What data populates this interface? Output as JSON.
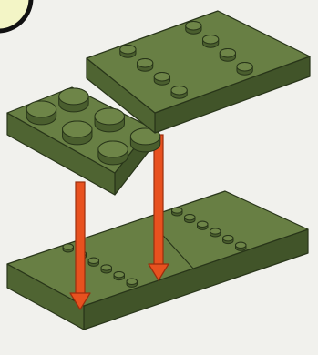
{
  "illustration": {
    "subject": "lego-plate-stacking-instruction",
    "colors": {
      "background": "#f1f1ed",
      "brick_top": "#687f44",
      "brick_front": "#4f6432",
      "brick_side": "#415429",
      "stud_side": "#4a5e2e",
      "stud_top": "#6e8548",
      "outline": "#283519",
      "arrow": "#e8511f",
      "arrow_outline": "#9a2e0d",
      "step_badge_fill": "#f3f5c6",
      "step_badge_stroke": "#111111"
    },
    "plates": [
      {
        "id": "plate-small-2x3",
        "studs": "2x3",
        "role": "upper-left plate"
      },
      {
        "id": "plate-medium-2x4",
        "studs": "2x4",
        "role": "upper-right plate"
      },
      {
        "id": "plate-base-2x6",
        "studs": "2x6",
        "role": "base plate (two joined sections)"
      }
    ],
    "arrows": [
      {
        "from": "plate-small-2x3",
        "to": "plate-base-2x6"
      },
      {
        "from": "plate-medium-2x4",
        "to": "plate-base-2x6"
      }
    ]
  }
}
